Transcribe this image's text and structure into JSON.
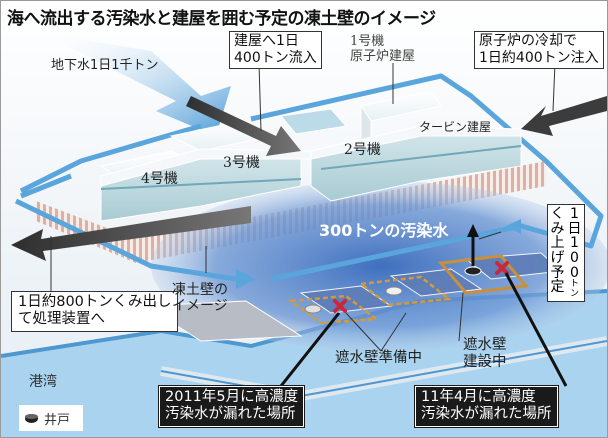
{
  "title": "海へ流出する汚染水と建屋を囲む予定の凍土壁のイメージ",
  "labels": {
    "groundwater": "地下水1日1千トン",
    "inflow_box": [
      "建屋へ1日",
      "400トン流入"
    ],
    "unit1": [
      "1号機",
      "原子炉建屋"
    ],
    "cooling_box": [
      "原子炉の冷却で",
      "1日約400トン注入"
    ],
    "turbine": "タービン建屋",
    "unit2": "2号機",
    "unit3": "3号機",
    "unit4": "4号機",
    "contaminated": "300トンの汚染水",
    "pump_box_cols": [
      [
        "1",
        "日",
        "1",
        "0",
        "0",
        "ト",
        "ン"
      ],
      [
        "く",
        "み",
        "上",
        "げ",
        "予",
        "定"
      ]
    ],
    "pump_box_text": "1日100トンくみ上げ予定",
    "extract_box": [
      "1日約800トンくみ出し",
      "て処理装置へ"
    ],
    "frozen_wall": [
      "凍土壁の",
      "イメージ"
    ],
    "barrier_prep": "遮水壁準備中",
    "barrier_build": [
      "遮水壁",
      "建設中"
    ],
    "harbor": "港湾",
    "leak_2011": [
      "2011年5月に高濃度",
      "汚染水が漏れた場所"
    ],
    "leak_11": [
      "11年4月に高濃度",
      "汚染水が漏れた場所"
    ]
  },
  "legend": {
    "items": [
      {
        "icon": "well-icon",
        "label": "井戸"
      }
    ]
  },
  "colors": {
    "water_blue": "#5aa5dc",
    "sea": "#a8d2ee",
    "contaminated_blue": "#4a7cc4",
    "building": "#c6dde3",
    "frozen_wall": "#d8a99a",
    "arrow_dark": "#3a3a3a",
    "leak_mark": "#c8283a",
    "dashed_orange": "#d49a3a"
  }
}
